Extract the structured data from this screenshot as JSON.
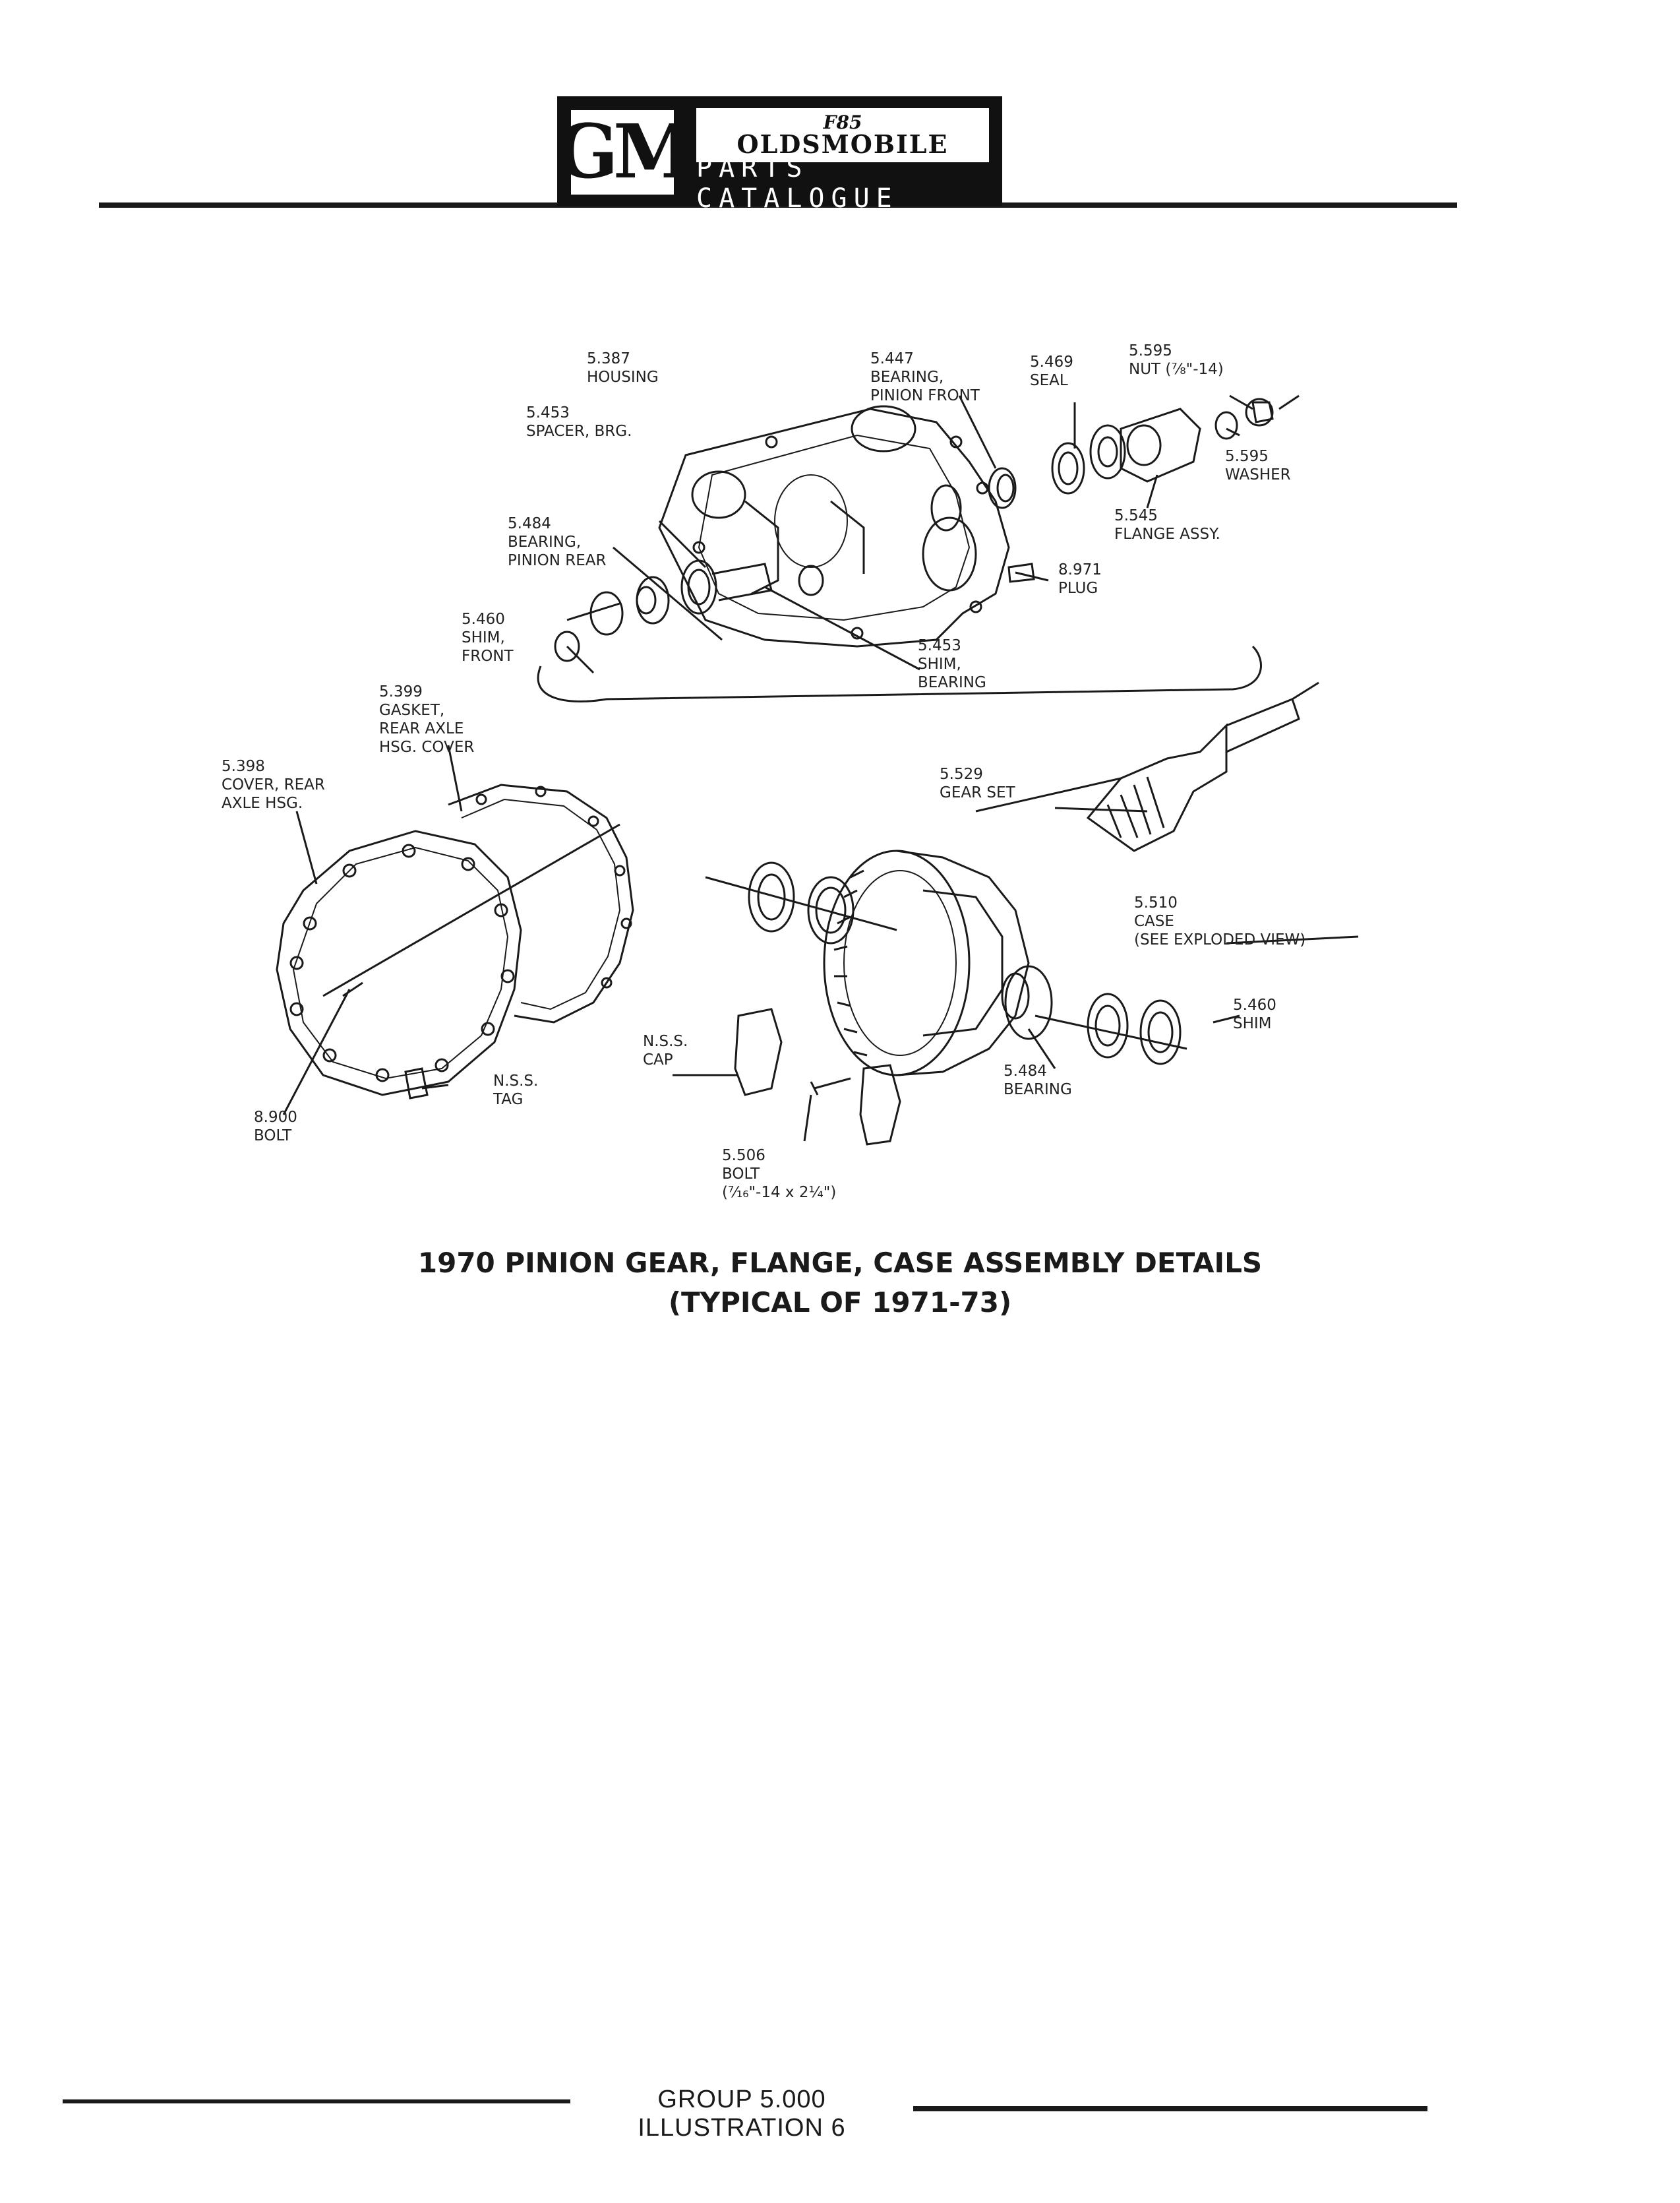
{
  "header": {
    "gm_logo": "GM",
    "model_logo": "F85",
    "brand": "OLDSMOBILE",
    "catalog_title": "PARTS CATALOGUE"
  },
  "labels": {
    "housing": "5.387\nHOUSING",
    "spacer": "5.453\nSPACER, BRG.",
    "bearing_pinion_front": "5.447\nBEARING,\nPINION FRONT",
    "seal": "5.469\nSEAL",
    "nut": "5.595\nNUT (⁷⁄₈\"-14)",
    "washer": "5.595\nWASHER",
    "flange": "5.545\nFLANGE ASSY.",
    "bearing_pinion_rear": "5.484\nBEARING,\nPINION REAR",
    "plug": "8.971\nPLUG",
    "shim_front": "5.460\nSHIM,\nFRONT",
    "shim_bearing": "5.453\nSHIM,\nBEARING",
    "gasket": "5.399\nGASKET,\nREAR AXLE\nHSG. COVER",
    "cover": "5.398\nCOVER, REAR\nAXLE HSG.",
    "gear_set": "5.529\nGEAR SET",
    "case": "5.510\nCASE\n(SEE EXPLODED VIEW)",
    "shim": "5.460\nSHIM",
    "nss_cap": "N.S.S.\nCAP",
    "bearing_case": "5.484\nBEARING",
    "nss_tag": "N.S.S.\nTAG",
    "bolt_cover": "8.900\nBOLT",
    "bolt_cap": "5.506\nBOLT\n(⁷⁄₁₆\"-14 x 2¼\")"
  },
  "caption": {
    "line1": "1970 PINION GEAR, FLANGE, CASE ASSEMBLY DETAILS",
    "line2": "(TYPICAL OF 1971-73)"
  },
  "footer": {
    "text": "GROUP 5.000 ILLUSTRATION 6"
  }
}
